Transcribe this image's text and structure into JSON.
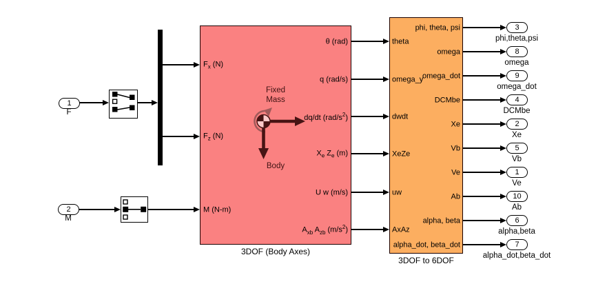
{
  "inports": [
    {
      "number": "1",
      "label": "F"
    },
    {
      "number": "2",
      "label": "M"
    }
  ],
  "pink_block": {
    "title": "3DOF (Body Axes)",
    "inputs": [
      "F_{x} (N)",
      "F_{z} (N)",
      "M (N-m)"
    ],
    "outputs": [
      "θ (rad)",
      "q (rad/s)",
      "dq/dt (rad/s^{2})",
      "X_{e} Z_{e} (m)",
      "U w (m/s)",
      "A_{xb} A_{zb} (m/s^{2})"
    ],
    "icon_labels": {
      "fixed": "Fixed",
      "mass": "Mass",
      "body": "Body"
    },
    "color": "#fa8181"
  },
  "orange_block": {
    "title": "3DOF to 6DOF",
    "inputs": [
      "theta",
      "omega_y",
      "dwdt",
      "XeZe",
      "uw",
      "AxAz"
    ],
    "outputs": [
      "phi, theta, psi",
      "omega",
      "omega_dot",
      "DCMbe",
      "Xe",
      "Vb",
      "Ve",
      "Ab",
      "alpha, beta",
      "alpha_dot, beta_dot"
    ],
    "color": "#fcae60"
  },
  "outports": [
    {
      "number": "3",
      "label": "phi,theta,psi"
    },
    {
      "number": "8",
      "label": "omega"
    },
    {
      "number": "9",
      "label": "omega_dot"
    },
    {
      "number": "4",
      "label": "DCMbe"
    },
    {
      "number": "2",
      "label": "Xe"
    },
    {
      "number": "5",
      "label": "Vb"
    },
    {
      "number": "1",
      "label": "Ve"
    },
    {
      "number": "10",
      "label": "Ab"
    },
    {
      "number": "6",
      "label": "alpha,beta"
    },
    {
      "number": "7",
      "label": "alpha_dot,beta_dot"
    }
  ],
  "colors": {
    "pink_block": "#fa8181",
    "orange_block": "#fcae60",
    "line": "#000000",
    "icon_dark": "#471414",
    "icon_light": "#a05a5a"
  }
}
